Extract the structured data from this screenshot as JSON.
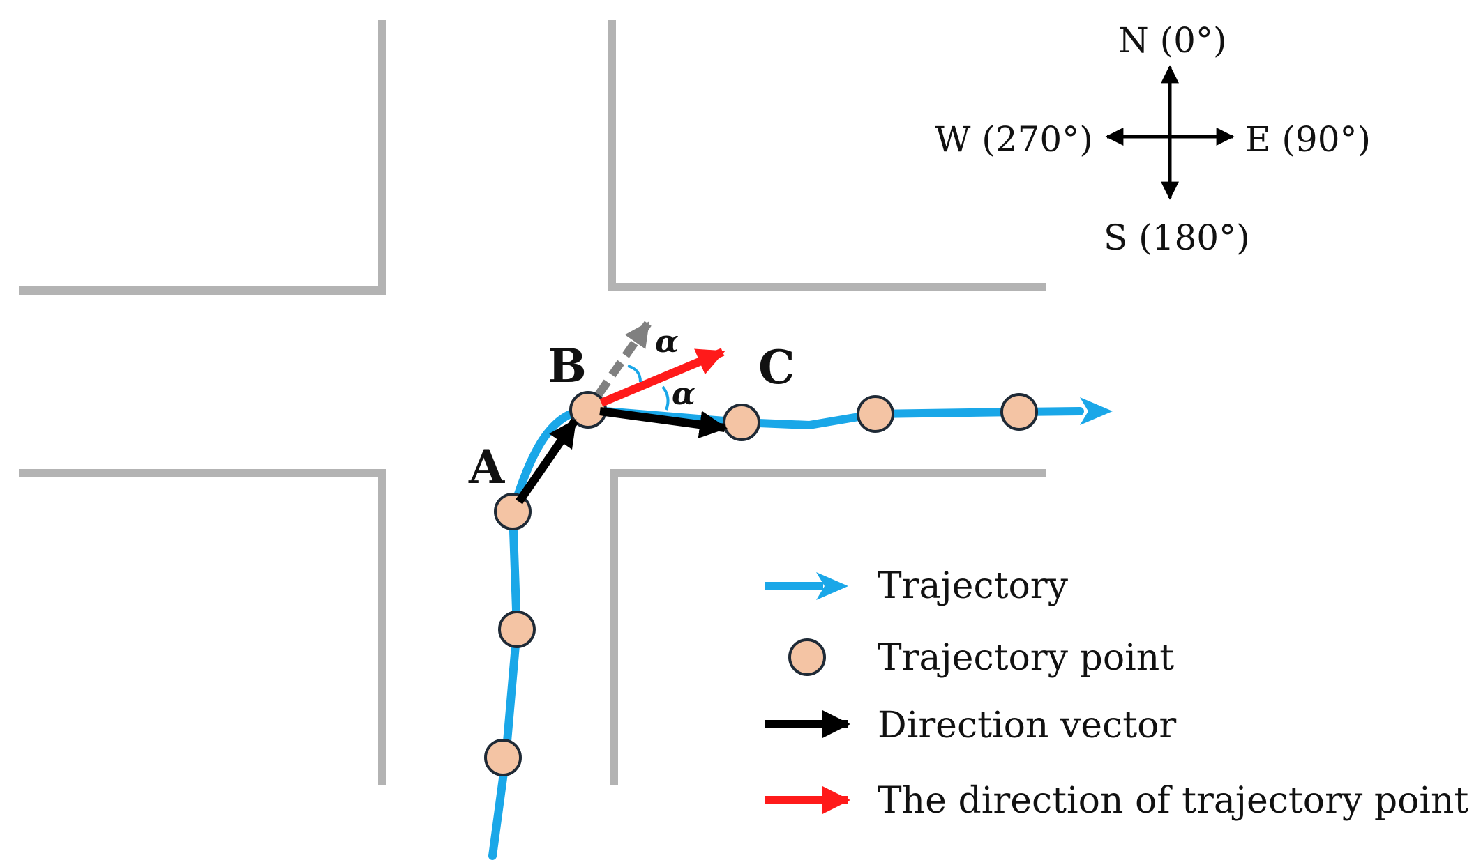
{
  "point_labels": {
    "a": "A",
    "b": "B",
    "c": "C"
  },
  "angle_symbol": "α",
  "compass": {
    "north": "N (0°)",
    "east": "E (90°)",
    "south": "S (180°)",
    "west": "W (270°)"
  },
  "legend": {
    "trajectory": "Trajectory",
    "trajectory_point": "Trajectory point",
    "direction_vector": "Direction vector",
    "point_direction": "The direction of trajectory point"
  },
  "colors": {
    "trajectory": "#1aa7e8",
    "trajectory_point_fill": "#f4c4a4",
    "trajectory_point_stroke": "#1f2a36",
    "direction_vector": "#000000",
    "point_direction": "#ff1a1a",
    "reference_vector": "#808080",
    "road_edge": "#b3b3b3"
  }
}
